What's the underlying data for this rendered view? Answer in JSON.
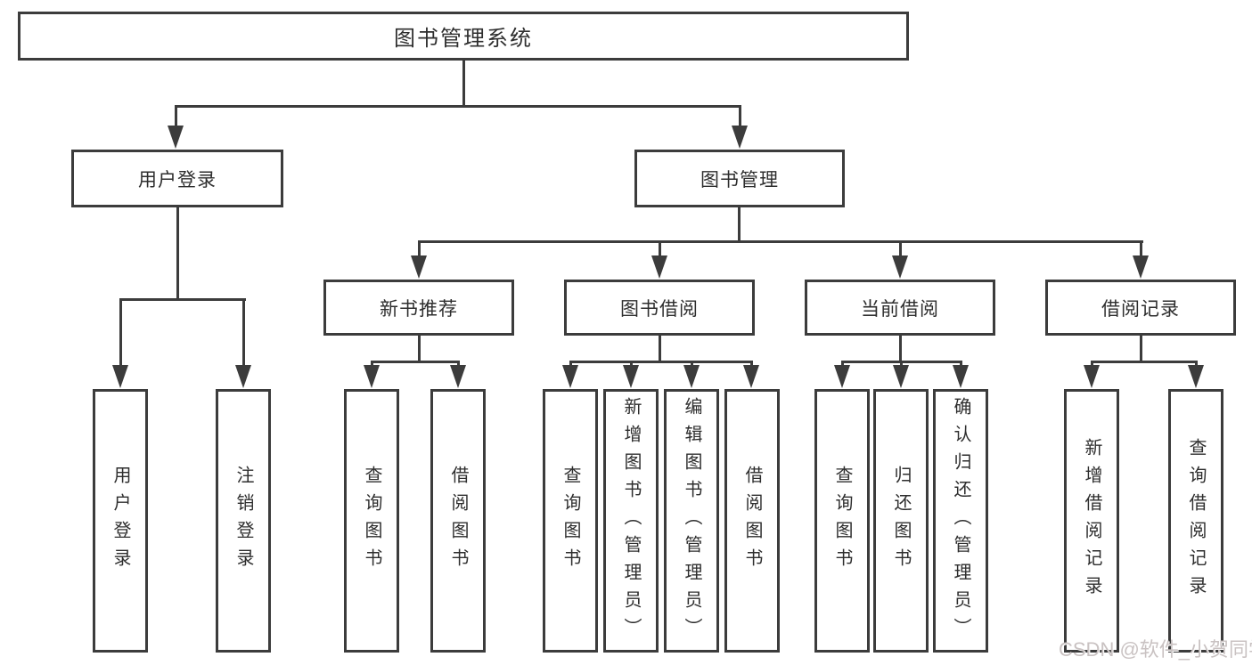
{
  "diagram": {
    "root": "图书管理系统",
    "user": {
      "label": "用户登录",
      "children": [
        "用户登录",
        "注销登录"
      ]
    },
    "books": {
      "label": "图书管理",
      "sections": [
        {
          "label": "新书推荐",
          "children": [
            "查询图书",
            "借阅图书"
          ]
        },
        {
          "label": "图书借阅",
          "children": [
            "查询图书",
            "新增图书（管理员）",
            "编辑图书（管理员）",
            "借阅图书"
          ]
        },
        {
          "label": "当前借阅",
          "children": [
            "查询图书",
            "归还图书",
            "确认归还（管理员）"
          ]
        },
        {
          "label": "借阅记录",
          "children": [
            "新增借阅记录",
            "查询借阅记录"
          ]
        }
      ]
    },
    "line_color": "#3c3c3c",
    "text_color": "#2e2e2e"
  },
  "watermark": {
    "text": "CSDN @软件_小贺同学",
    "color": "#c9c2c2"
  }
}
